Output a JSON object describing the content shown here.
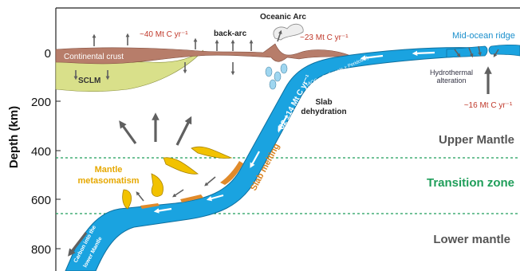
{
  "axis": {
    "ylabel": "Depth (km)",
    "ticks": [
      "0",
      "200",
      "400",
      "600",
      "800"
    ]
  },
  "layers": {
    "continental_crust": "Continental crust",
    "sclm": "SCLM",
    "upper_mantle": "Upper Mantle",
    "transition_zone": "Transition zone",
    "lower_mantle": "Lower mantle"
  },
  "labels": {
    "oceanic_arc": "Oceanic Arc",
    "back_arc": "back-arc",
    "mid_ocean_ridge": "Mid-ocean ridge",
    "hydrothermal_1": "Hydrothermal",
    "hydrothermal_2": "alteration",
    "slab_dehydration_1": "Slab",
    "slab_dehydration_2": "dehydration",
    "mantle_metasomatism_1": "Mantle",
    "mantle_metasomatism_2": "metasomatism",
    "slab_melting": "Slab melting",
    "carbon_lower_mantle_1": "Carbon into the",
    "carbon_lower_mantle_2": "lower Mantle",
    "slab_composition": "(AOC + Sediments + Peridotite)"
  },
  "fluxes": {
    "backarc": "~40 Mt C yr⁻¹",
    "arc": "~23 Mt C yr⁻¹",
    "ridge": "~16 Mt C yr⁻¹",
    "slab": "~82 ±14 Mt C yr⁻¹"
  },
  "colors": {
    "crust": "#b77d6a",
    "sclm": "#d9e08a",
    "slab": "#1aa3e0",
    "slab_edge": "#0e6f9e",
    "flux_text": "#c0392b",
    "transition": "#1f9e5a",
    "metasomatism": "#f2c200",
    "melt": "#e08a2a",
    "arrow": "#606060",
    "label": "#555555"
  }
}
